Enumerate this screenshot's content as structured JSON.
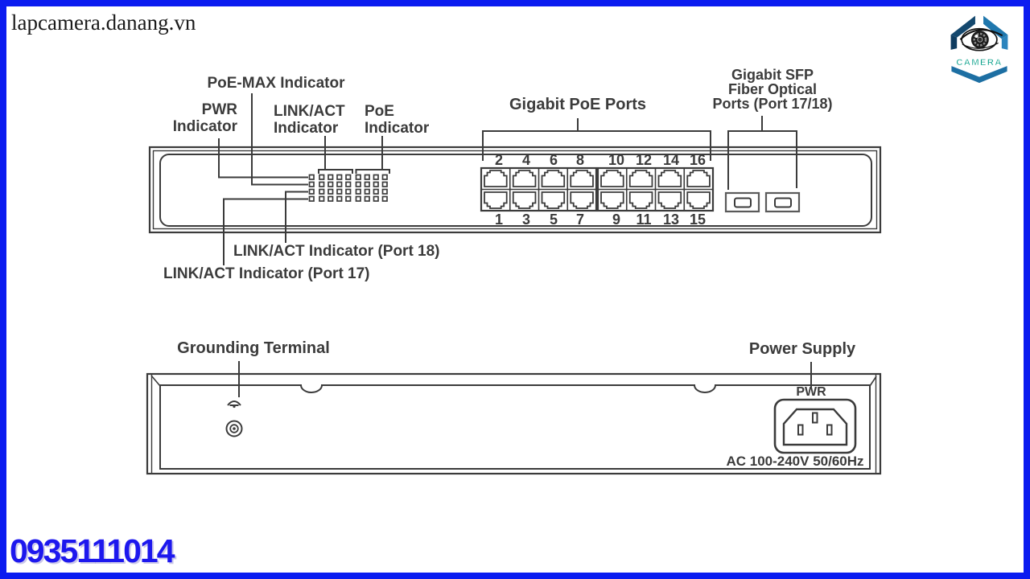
{
  "header": {
    "site": "lapcamera.danang.vn"
  },
  "logo": {
    "text": "CAMERA"
  },
  "front": {
    "indicator_labels": {
      "poe_max": "PoE-MAX Indicator",
      "pwr_line1": "PWR",
      "pwr_line2": "Indicator",
      "linkact_line1": "LINK/ACT",
      "linkact_line2": "Indicator",
      "poe_line1": "PoE",
      "poe_line2": "Indicator"
    },
    "ports_title": "Gigabit PoE Ports",
    "port_numbers_top": [
      "2",
      "4",
      "6",
      "8",
      "10",
      "12",
      "14",
      "16"
    ],
    "port_numbers_bottom": [
      "1",
      "3",
      "5",
      "7",
      "9",
      "11",
      "13",
      "15"
    ],
    "sfp_label_line1": "Gigabit SFP",
    "sfp_label_line2": "Fiber Optical",
    "sfp_label_line3": "Ports (Port 17/18)",
    "port18_label": "LINK/ACT Indicator (Port 18)",
    "port17_label": "LINK/ACT Indicator (Port 17)"
  },
  "rear": {
    "grounding_label": "Grounding Terminal",
    "power_label": "Power Supply",
    "pwr_text": "PWR",
    "ac_text": "AC 100-240V 50/60Hz"
  },
  "footer": {
    "phone": "0935111014"
  },
  "colors": {
    "frame_blue": "#0b1cf0",
    "phone_blue": "#1d18ee",
    "line_gray": "#3b3b3b",
    "logo_dark_blue": "#14486e",
    "logo_bright_blue": "#1f77ad",
    "logo_teal": "#0aa18b"
  }
}
